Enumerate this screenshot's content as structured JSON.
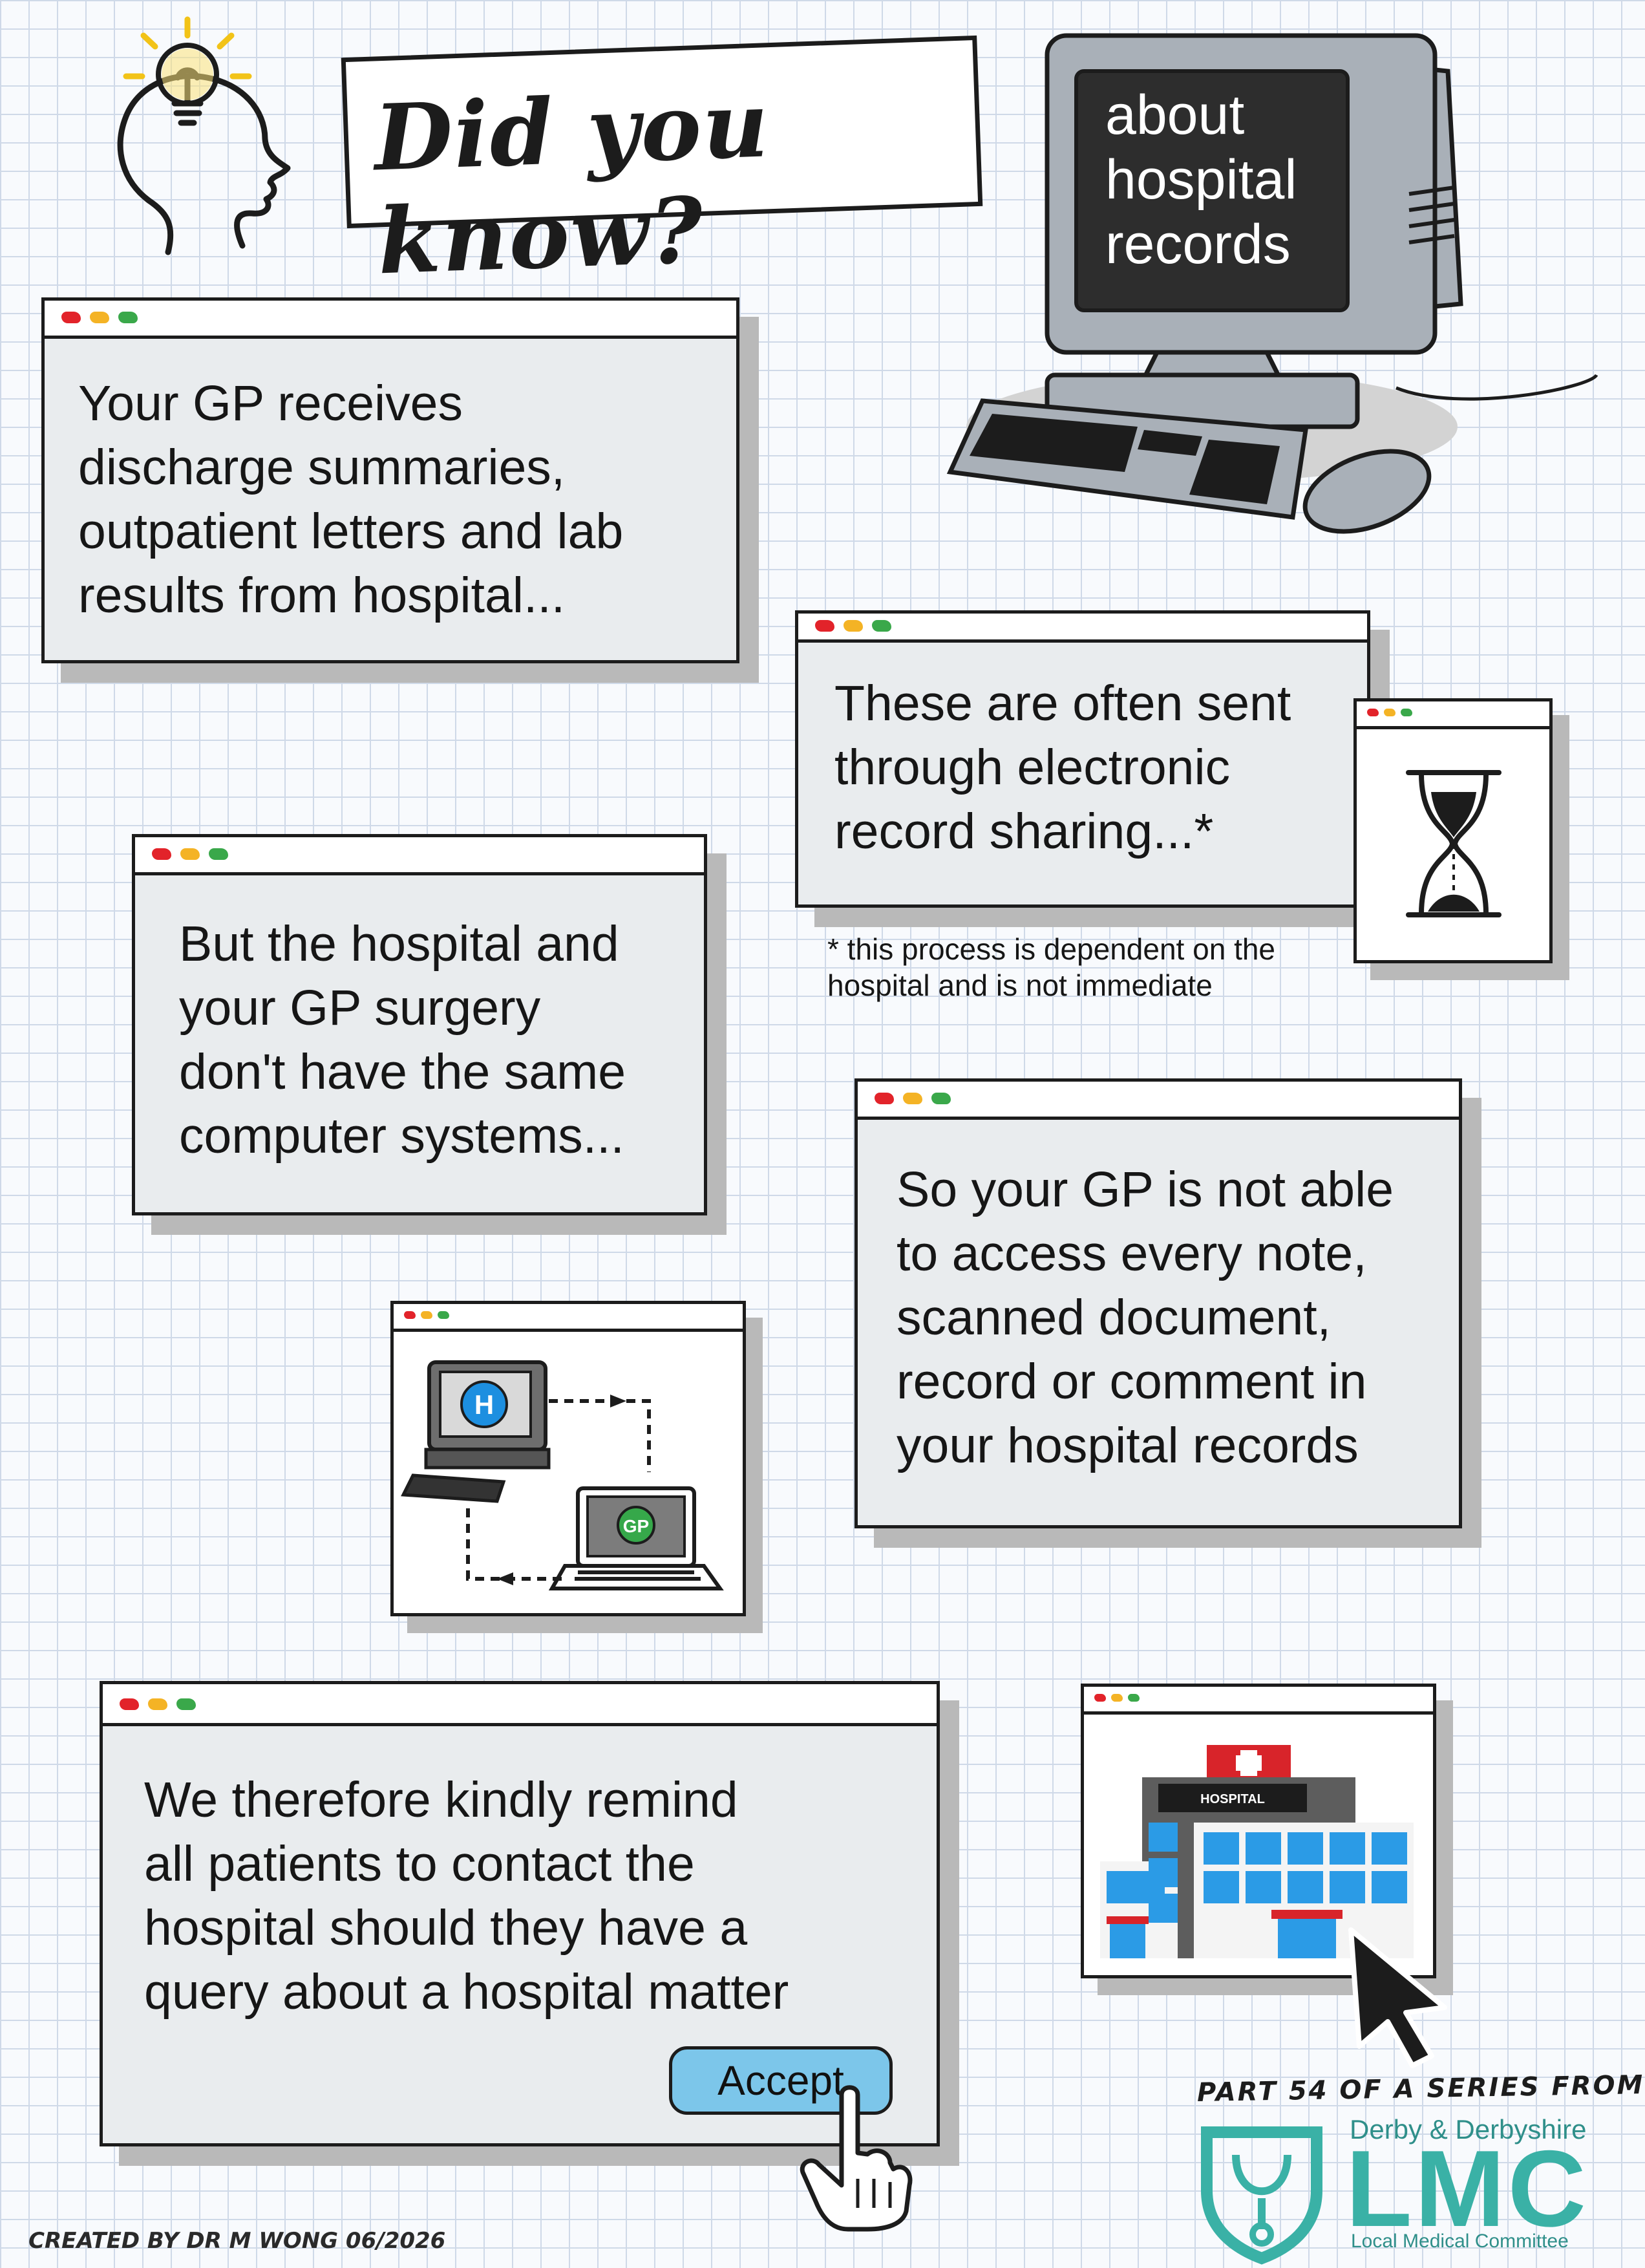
{
  "header": {
    "title": "Did you know?",
    "monitor_text": "about\nhospital\nrecords"
  },
  "panels": {
    "p1": "Your GP receives\ndischarge summaries,\noutpatient letters and lab\nresults from hospital...",
    "p2": "These are often sent\nthrough electronic\nrecord sharing...*",
    "footnote": "* this process is dependent on the\nhospital and is not immediate",
    "p3": "But the hospital and\nyour GP surgery\ndon't have the same\ncomputer systems...",
    "p4": "So your GP is not able\nto access every note,\nscanned document,\nrecord or comment in\nyour hospital records",
    "p5": "We therefore kindly remind\nall patients to contact the\nhospital should they have a\nquery about a hospital matter"
  },
  "accept_label": "Accept",
  "illustrations": {
    "hospital_sign": "HOSPITAL",
    "h_badge": "H",
    "gp_badge": "GP"
  },
  "footer": {
    "series": "PART 54 OF A SERIES FROM",
    "org_region": "Derby & Derbyshire",
    "org_abbr": "LMC",
    "org_full": "Local Medical Committee",
    "credit": "CREATED BY DR M WONG 06/2026"
  },
  "colors": {
    "teal": "#3ab1a6",
    "accept": "#7cc6ea",
    "hospital_blue": "#2b9be6",
    "hospital_red": "#d8242a"
  }
}
